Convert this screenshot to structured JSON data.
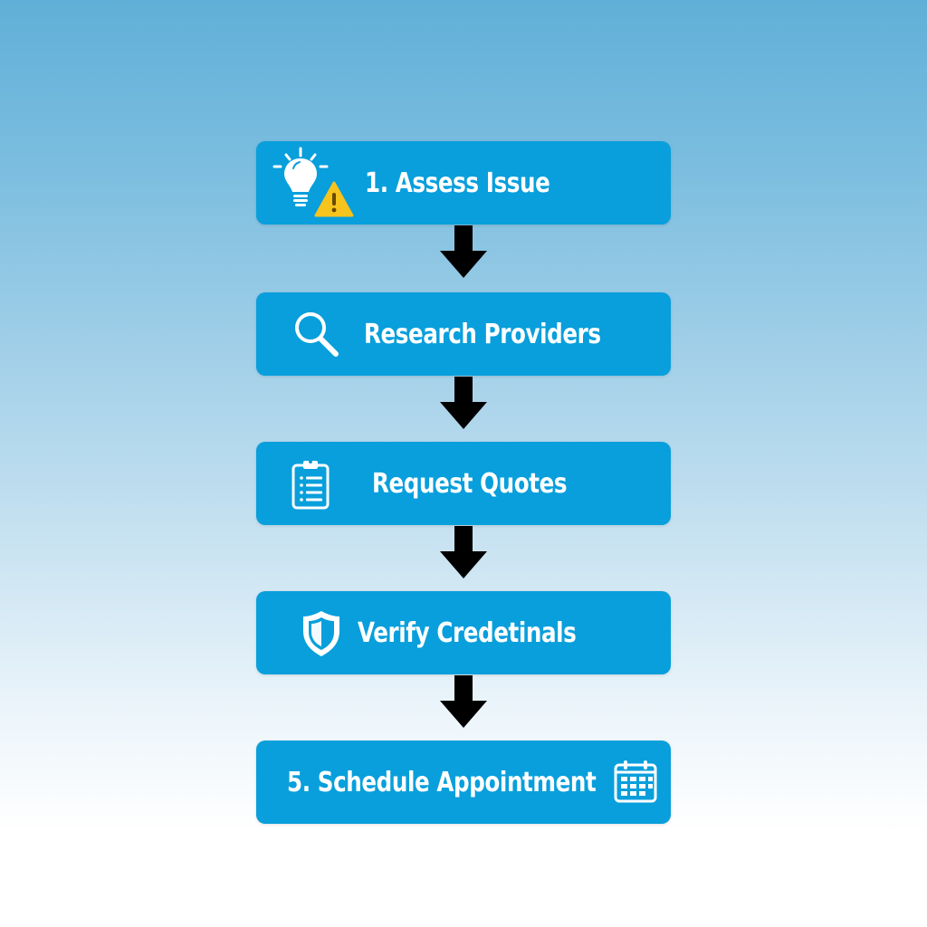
{
  "colors": {
    "box_fill": "#089fdc",
    "text": "#ffffff",
    "arrow": "#000000",
    "warning": "#f7c31d",
    "bg_top": "#60afd8",
    "bg_bottom": "#ffffff"
  },
  "flow": {
    "steps": [
      {
        "label": "1. Assess Issue",
        "icon": "lightbulb-warning-icon"
      },
      {
        "label": "Research Providers",
        "icon": "magnifier-icon"
      },
      {
        "label": "Request Quotes",
        "icon": "clipboard-list-icon"
      },
      {
        "label": "Verify Credetinals",
        "icon": "shield-icon"
      },
      {
        "label": "5. Schedule Appointment",
        "icon": "calendar-icon"
      }
    ],
    "connectors": [
      "arrow-down",
      "arrow-down",
      "arrow-down",
      "arrow-down"
    ]
  }
}
